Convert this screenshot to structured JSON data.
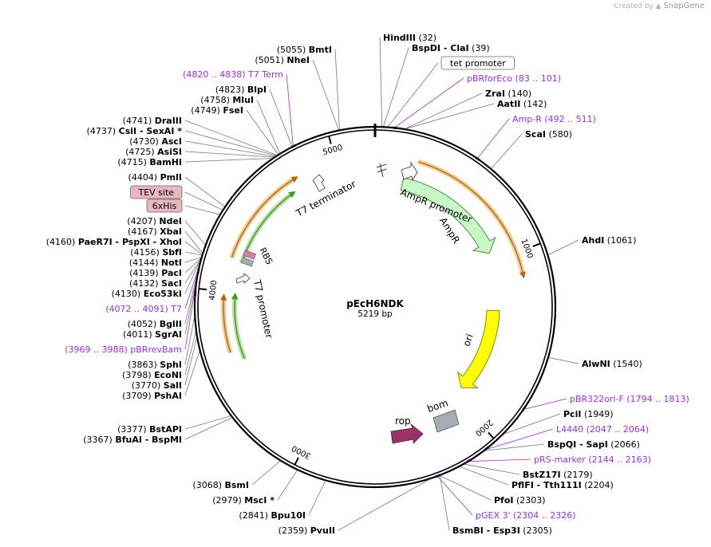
{
  "watermark": {
    "prefix": "Created by",
    "brand": "SnapGene"
  },
  "plasmid": {
    "name": "pEcH6NDK",
    "length_label": "5219 bp",
    "length": 5219
  },
  "ticks": [
    {
      "pos": 1000,
      "label": "1000"
    },
    {
      "pos": 2000,
      "label": "2000"
    },
    {
      "pos": 3000,
      "label": "3000"
    },
    {
      "pos": 4000,
      "label": "4000"
    },
    {
      "pos": 5000,
      "label": "5000"
    }
  ],
  "colors": {
    "backbone": "#000000",
    "ampr": "#c8f7c5",
    "ori": "#ffff00",
    "rop": "#993366",
    "bom": "#a6acb3",
    "orf_orange": "#e8a33d",
    "orf_green": "#3d9a1e",
    "primer": "#9b30d9",
    "site_box": "#e8b7c2"
  },
  "features": [
    {
      "id": "ampr",
      "label": "AmpR",
      "kind": "arc",
      "start": 140,
      "end": 1000
    },
    {
      "id": "ori",
      "label": "ori",
      "kind": "arc",
      "start": 1330,
      "end": 1930
    },
    {
      "id": "rop",
      "label": "rop",
      "kind": "box"
    },
    {
      "id": "bom",
      "label": "bom",
      "kind": "box"
    },
    {
      "id": "ampr-promoter",
      "label": "AmpR promoter",
      "kind": "promoter"
    },
    {
      "id": "t7-terminator",
      "label": "T7 terminator",
      "kind": "terminator"
    },
    {
      "id": "t7-promoter",
      "label": "T7 promoter",
      "kind": "promoter"
    },
    {
      "id": "rbs",
      "label": "RBS",
      "kind": "small"
    }
  ],
  "left_labels": [
    {
      "pos": "(5055)",
      "name": "BmtI",
      "site": 5055
    },
    {
      "pos": "(5051)",
      "name": "NheI",
      "site": 5051
    },
    {
      "pos": "(4820 .. 4838)",
      "name": "T7 Term",
      "primer": true,
      "site": 4829
    },
    {
      "pos": "(4823)",
      "name": "BlpI",
      "site": 4823
    },
    {
      "pos": "(4758)",
      "name": "MluI",
      "site": 4758
    },
    {
      "pos": "(4749)",
      "name": "FseI",
      "site": 4749
    },
    {
      "pos": "(4741)",
      "name": "DraIII",
      "site": 4741
    },
    {
      "pos": "(4737)",
      "name": "CsiI",
      "extra": " - SexAI *",
      "site": 4737
    },
    {
      "pos": "(4730)",
      "name": "AscI",
      "site": 4730
    },
    {
      "pos": "(4725)",
      "name": "AsiSI",
      "site": 4725
    },
    {
      "pos": "(4715)",
      "name": "BamHI",
      "site": 4715
    },
    {
      "pos": "(4404)",
      "name": "PmlI",
      "site": 4404
    },
    {
      "pos": "",
      "name": "TEV site",
      "box": true,
      "site": 4385
    },
    {
      "pos": "",
      "name": "6xHis",
      "box": true,
      "site": 4360
    },
    {
      "pos": "(4207)",
      "name": "NdeI",
      "site": 4207
    },
    {
      "pos": "(4167)",
      "name": "XbaI",
      "site": 4167
    },
    {
      "pos": "(4160)",
      "name": "PaeR7I",
      "extra": " - PspXI  - XhoI",
      "site": 4160
    },
    {
      "pos": "(4156)",
      "name": "SbfI",
      "site": 4156
    },
    {
      "pos": "(4144)",
      "name": "NotI",
      "site": 4144
    },
    {
      "pos": "(4139)",
      "name": "PacI",
      "site": 4139
    },
    {
      "pos": "(4132)",
      "name": "SacI",
      "site": 4132
    },
    {
      "pos": "(4130)",
      "name": "Eco53kI",
      "site": 4130
    },
    {
      "pos": "(4072 .. 4091)",
      "name": "T7",
      "primer": true,
      "site": 4081
    },
    {
      "pos": "(4052)",
      "name": "BglII",
      "site": 4052
    },
    {
      "pos": "(4011)",
      "name": "SgrAI",
      "site": 4011
    },
    {
      "pos": "(3969 .. 3988)",
      "name": "pBRrevBam",
      "primer": true,
      "site": 3978
    },
    {
      "pos": "(3863)",
      "name": "SphI",
      "site": 3863
    },
    {
      "pos": "(3798)",
      "name": "EcoNI",
      "site": 3798
    },
    {
      "pos": "(3770)",
      "name": "SalI",
      "site": 3770
    },
    {
      "pos": "(3709)",
      "name": "PshAI",
      "site": 3709
    },
    {
      "pos": "(3377)",
      "name": "BstAPI",
      "site": 3377
    },
    {
      "pos": "(3367)",
      "name": "BfuAI",
      "extra": " - BspMI",
      "site": 3367
    },
    {
      "pos": "(3068)",
      "name": "BsmI",
      "site": 3068
    },
    {
      "pos": "(2979)",
      "name": "MscI *",
      "site": 2979
    },
    {
      "pos": "(2841)",
      "name": "Bpu10I",
      "site": 2841
    },
    {
      "pos": "(2359)",
      "name": "PvuII",
      "site": 2359
    }
  ],
  "right_labels": [
    {
      "name": "HindIII",
      "pos": "(32)",
      "site": 32
    },
    {
      "name": "BspDI",
      "extra": " - ClaI",
      "pos": "(39)",
      "site": 39
    },
    {
      "name": "tet promoter",
      "pos": "",
      "box": true,
      "site": 60
    },
    {
      "name": "pBRforEco",
      "pos": "(83 .. 101)",
      "primer": true,
      "site": 92
    },
    {
      "name": "ZraI",
      "pos": "(140)",
      "site": 140
    },
    {
      "name": "AatII",
      "pos": "(142)",
      "site": 142
    },
    {
      "name": "Amp-R",
      "pos": "(492 .. 511)",
      "primer": true,
      "site": 501
    },
    {
      "name": "ScaI",
      "pos": "(580)",
      "site": 580
    },
    {
      "name": "AhdI",
      "pos": "(1061)",
      "site": 1061
    },
    {
      "name": "AlwNI",
      "pos": "(1540)",
      "site": 1540
    },
    {
      "name": "pBR322ori-F",
      "pos": "(1794 .. 1813)",
      "primer": true,
      "site": 1803
    },
    {
      "name": "PciI",
      "pos": "(1949)",
      "site": 1949
    },
    {
      "name": "L4440",
      "pos": "(2047 .. 2064)",
      "primer": true,
      "site": 2055
    },
    {
      "name": "BspQI",
      "extra": " - SapI",
      "pos": "(2066)",
      "site": 2066
    },
    {
      "name": "pRS-marker",
      "pos": "(2144 .. 2163)",
      "primer": true,
      "site": 2153
    },
    {
      "name": "BstZ17I",
      "pos": "(2179)",
      "site": 2179
    },
    {
      "name": "PflFI",
      "extra": " - Tth111I",
      "pos": "(2204)",
      "site": 2204
    },
    {
      "name": "PfoI",
      "pos": "(2303)",
      "site": 2303
    },
    {
      "name": "pGEX 3'",
      "pos": "(2304 .. 2326)",
      "primer": true,
      "site": 2315
    },
    {
      "name": "BsmBI",
      "extra": " - Esp3I",
      "pos": "(2305)",
      "site": 2305
    }
  ]
}
